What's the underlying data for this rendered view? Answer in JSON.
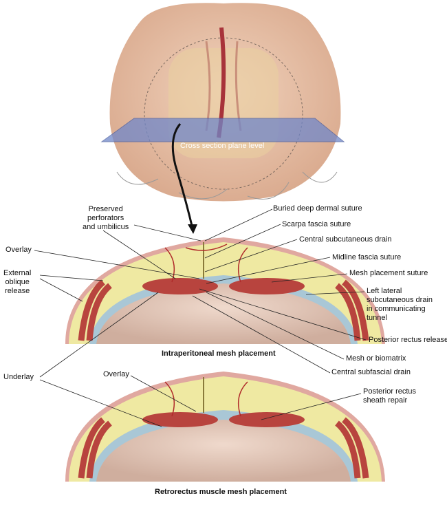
{
  "top_view": {
    "plane_label": "Cross section plane level"
  },
  "labels": {
    "preserved": [
      "Preserved",
      "perforators",
      "and umbilicus"
    ],
    "buried_suture": "Buried deep dermal suture",
    "scarpa": "Scarpa fascia suture",
    "central_subcut_drain": "Central subcutaneous drain",
    "overlay_1": "Overlay",
    "midline_fascia": "Midline fascia suture",
    "mesh_placement": "Mesh placement suture",
    "external_oblique": [
      "External",
      "oblique",
      "release"
    ],
    "left_lateral": [
      "Left lateral",
      "subcutaneous drain",
      "in communicating",
      "tunnel"
    ],
    "posterior_rectus_release": "Posterior rectus release",
    "mesh_biomatrix": "Mesh or biomatrix",
    "central_subfascial": "Central subfascial drain",
    "underlay": "Underlay",
    "overlay_2": "Overlay",
    "posterior_sheath": [
      "Posterior rectus",
      "sheath repair"
    ]
  },
  "titles": {
    "section1": "Intraperitoneal mesh placement",
    "section2": "Retrorectus muscle mesh placement"
  },
  "colors": {
    "skin": "#e6bfa4",
    "fat": "#efe9a2",
    "muscle": "#b8443e",
    "fascia": "#a9c7d6",
    "plane": "#6f86c8"
  }
}
